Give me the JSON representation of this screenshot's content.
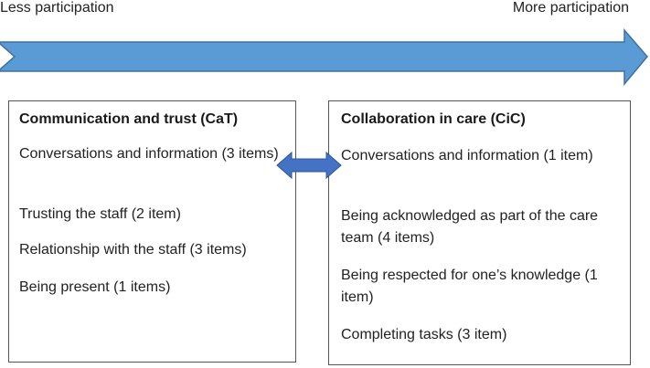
{
  "axis": {
    "left_label": "Less participation",
    "right_label": "More participation",
    "arrow_color": "#5B9BD5",
    "arrow_border": "#41719C"
  },
  "boxes": {
    "left": {
      "title": "Communication and trust (CaT)",
      "items": [
        "Conversations and information (3 items)",
        "Trusting the staff (2 item)",
        "Relationship with the staff (3 items)",
        "Being present (1 items)"
      ]
    },
    "right": {
      "title": "Collaboration in care (CiC)",
      "items": [
        "Conversations and information (1 item)",
        "Being acknowledged as part of the care team (4 items)",
        "Being respected for one’s knowledge (1 item)",
        "Completing tasks (3 item)"
      ]
    }
  },
  "connector": {
    "color": "#2F5597"
  }
}
